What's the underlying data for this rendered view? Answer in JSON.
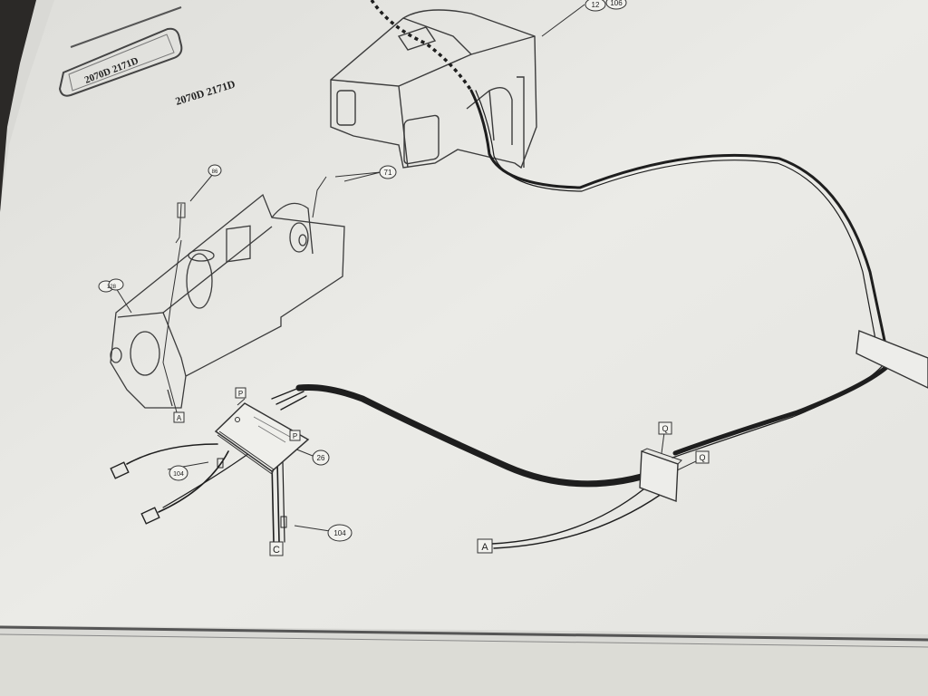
{
  "diagram": {
    "plate_label": "2070D 2171D",
    "heading": "2070D 2171D",
    "callouts": {
      "c12": "12",
      "c106": "106",
      "c86": "86",
      "c71": "71",
      "c128": "128",
      "c26": "26",
      "c104a": "104",
      "c104b": "104"
    },
    "connectors": {
      "p1": "P",
      "p2": "P",
      "q1": "Q",
      "q2": "Q",
      "a_left": "A",
      "a_board": "A",
      "c_bottom": "C"
    }
  },
  "colors": {
    "paper": "#e9e9e5",
    "ink": "#3a3a3a",
    "wire": "#1e1e1e"
  }
}
